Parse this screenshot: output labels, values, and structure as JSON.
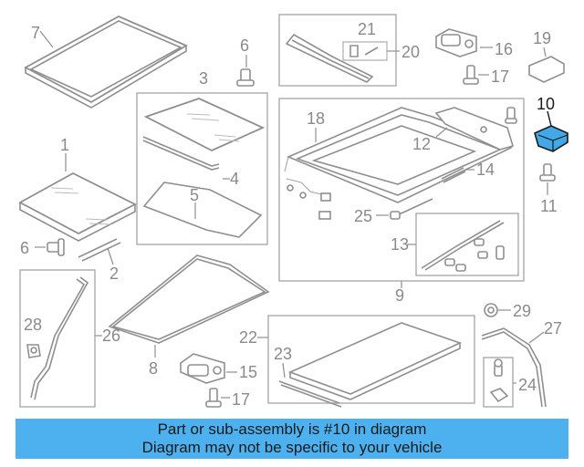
{
  "callouts": {
    "c1": "1",
    "c2": "2",
    "c3": "3",
    "c4": "4",
    "c5": "5",
    "c6a": "6",
    "c6b": "6",
    "c7": "7",
    "c8": "8",
    "c9": "9",
    "c10": "10",
    "c11": "11",
    "c12": "12",
    "c13": "13",
    "c14": "14",
    "c15": "15",
    "c16": "16",
    "c17a": "17",
    "c17b": "17",
    "c18": "18",
    "c19": "19",
    "c20": "20",
    "c21": "21",
    "c22": "22",
    "c23": "23",
    "c24": "24",
    "c25": "25",
    "c26": "26",
    "c27": "27",
    "c28": "28",
    "c29": "29"
  },
  "highlight": {
    "part_number": "10",
    "color": "#43a8e6"
  },
  "banner": {
    "line1": "Part or sub-assembly is #10 in diagram",
    "line2": "Diagram may not be specific to your vehicle",
    "background": "#4db1f0"
  }
}
